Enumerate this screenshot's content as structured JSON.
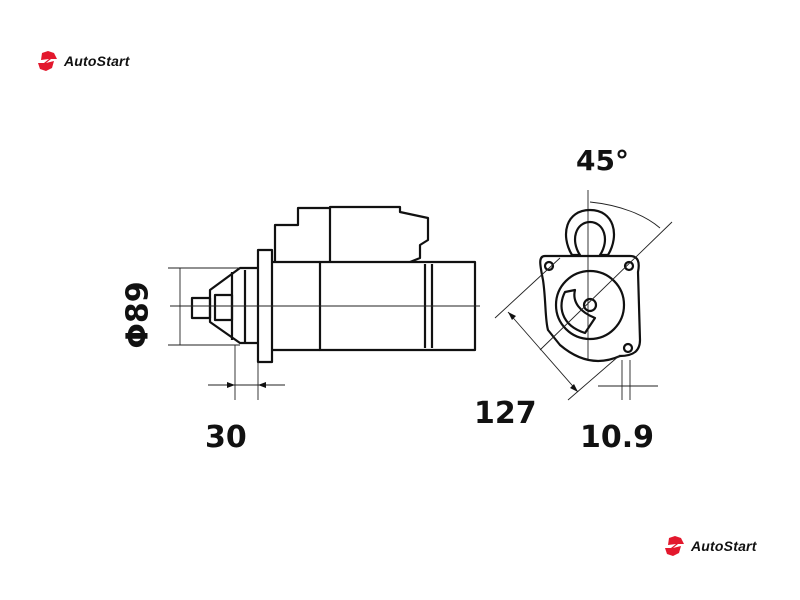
{
  "brand": {
    "name": "AutoStart",
    "color": "#e3182d"
  },
  "dimensions": {
    "diameter": "Φ89",
    "flange_offset": "30",
    "mount_width": "127",
    "hole_offset": "10.9",
    "angle": "45°"
  }
}
